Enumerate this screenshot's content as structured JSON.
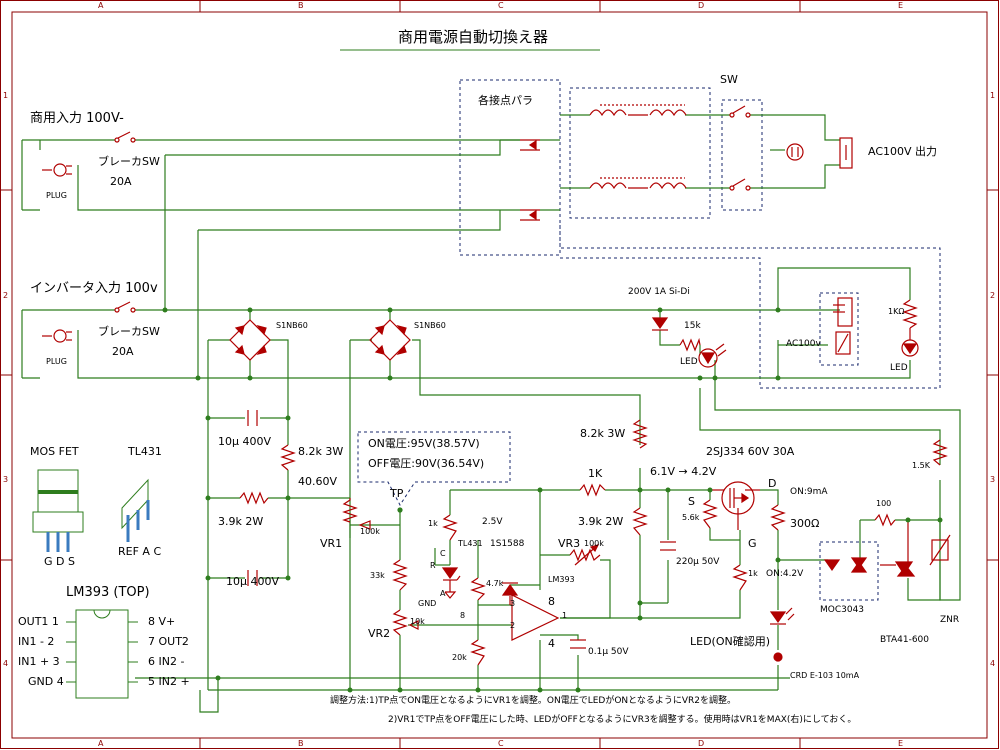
{
  "title": "商用電源自動切換え器",
  "border": {
    "cols": [
      "A",
      "B",
      "C",
      "D",
      "E"
    ],
    "rows": [
      "1",
      "2",
      "3",
      "4"
    ]
  },
  "labels": {
    "commercial_input": "商用入力 100V-",
    "inverter_input": "インバータ入力 100v",
    "breaker1": "ブレーカSW",
    "breaker1_rating": "20A",
    "breaker2": "ブレーカSW",
    "breaker2_rating": "20A",
    "plug1": "PLUG",
    "plug2": "PLUG",
    "relay_parallel": "各接点パラ",
    "sw": "SW",
    "ac_output": "AC100V 出力",
    "diode_rating": "200V 1A Si-Di",
    "r15k": "15k",
    "led_top": "LED",
    "ac100v": "AC100v",
    "r1k_omega": "1KΩ",
    "led_right": "LED",
    "bridge1": "S1NB60",
    "bridge2": "S1NB60",
    "cap1": "10μ 400V",
    "r82k_3w_a": "8.2k 3W",
    "v4060": "40.60V",
    "r39k_2w_a": "3.9k 2W",
    "cap2": "10μ 400V",
    "on_voltage": "ON電圧:95V(38.57V)",
    "off_voltage": "OFF電圧:90V(36.54V)",
    "tp": "TP",
    "r100k": "100k",
    "vr1": "VR1",
    "r33k": "33k",
    "r10k": "10k",
    "vr2": "VR2",
    "r1k_a": "1k",
    "v25": "2.5V",
    "tl431_ic": "TL431",
    "diode_1s1588": "1S1588",
    "pin_r": "R",
    "pin_c": "C",
    "pin_a": "A",
    "gnd_sym": "GND",
    "pin8_a": "8",
    "r47k": "4.7k",
    "r20k": "20k",
    "lm393_ic": "LM393",
    "pin3": "3",
    "pin2": "2",
    "pin8_b": "8",
    "pin4": "4",
    "pin1": "1",
    "vr3": "VR3",
    "vr3_val": "100k",
    "r82k_3w_b": "8.2k 3W",
    "r1k_b": "1K",
    "r39k_2w_b": "3.9k 2W",
    "v61_42": "6.1V → 4.2V",
    "cap220": "220μ 50V",
    "cap01": "0.1μ 50V",
    "mosfet_part": "2SJ334 60V 30A",
    "pin_s": "S",
    "pin_d": "D",
    "pin_g": "G",
    "r56k": "5.6k",
    "r1k_c": "1k",
    "on9ma": "ON:9mA",
    "r300": "300Ω",
    "on42v": "ON:4.2V",
    "r100": "100",
    "r15k_b": "1.5K",
    "moc": "MOC3043",
    "znr": "ZNR",
    "triac": "BTA41-600",
    "led_confirm": "LED(ON確認用)",
    "crd": "CRD E-103 10mA",
    "mosfet_legend": "MOS FET",
    "mosfet_pins": "G D S",
    "tl431_legend": "TL431",
    "tl431_pins": "REF  A  C",
    "lm393_top": "LM393 (TOP)",
    "out1": "OUT1 1",
    "in1m": "IN1 - 2",
    "in1p": "IN1 + 3",
    "gnd4": "GND 4",
    "vplus": "8 V+",
    "out2": "7 OUT2",
    "in2m": "6 IN2 -",
    "in2p": "5 IN2 +",
    "adjust1": "調整方法:1)TP点でON電圧となるようにVR1を調整。ON電圧でLEDがONとなるようにVR2を調整。",
    "adjust2": "2)VR1でTP点をOFF電圧にした時、LEDがOFFとなるようにVR3を調整する。使用時はVR1をMAX(右)にしておく。"
  },
  "colors": {
    "wire": "#2e7d1e",
    "component": "#b00000",
    "dashed": "#1a2a6c",
    "border": "#8b0000",
    "ic_blue": "#3a7bbf"
  }
}
